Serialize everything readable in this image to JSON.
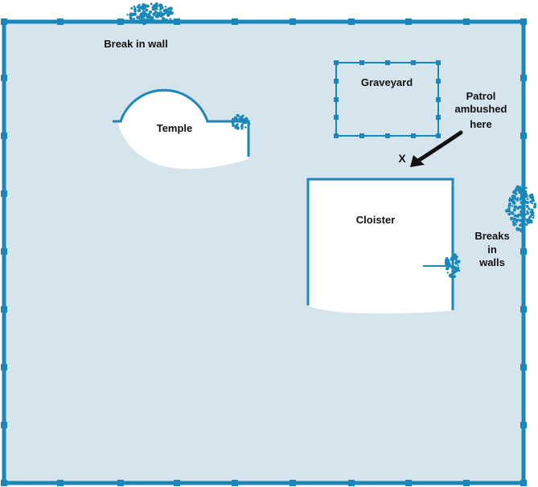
{
  "map": {
    "labels": {
      "break_in_wall": "Break in wall",
      "temple": "Temple",
      "graveyard": "Graveyard",
      "cloister": "Cloister",
      "patrol_line1": "Patrol",
      "patrol_line2": "ambushed",
      "patrol_line3": "here",
      "ambush_marker": "X",
      "breaks_line1": "Breaks",
      "breaks_line2": "in",
      "breaks_line3": "walls"
    },
    "colors": {
      "ground": "#d6e4ee",
      "wall": "#1a87b8",
      "building_fill": "#ffffff",
      "rubble": "#1a87b8",
      "arrow": "#111111",
      "text": "#111111"
    },
    "icons": {
      "rubble": "rubble-pile",
      "ambush_arrow": "curved-arrow"
    }
  }
}
